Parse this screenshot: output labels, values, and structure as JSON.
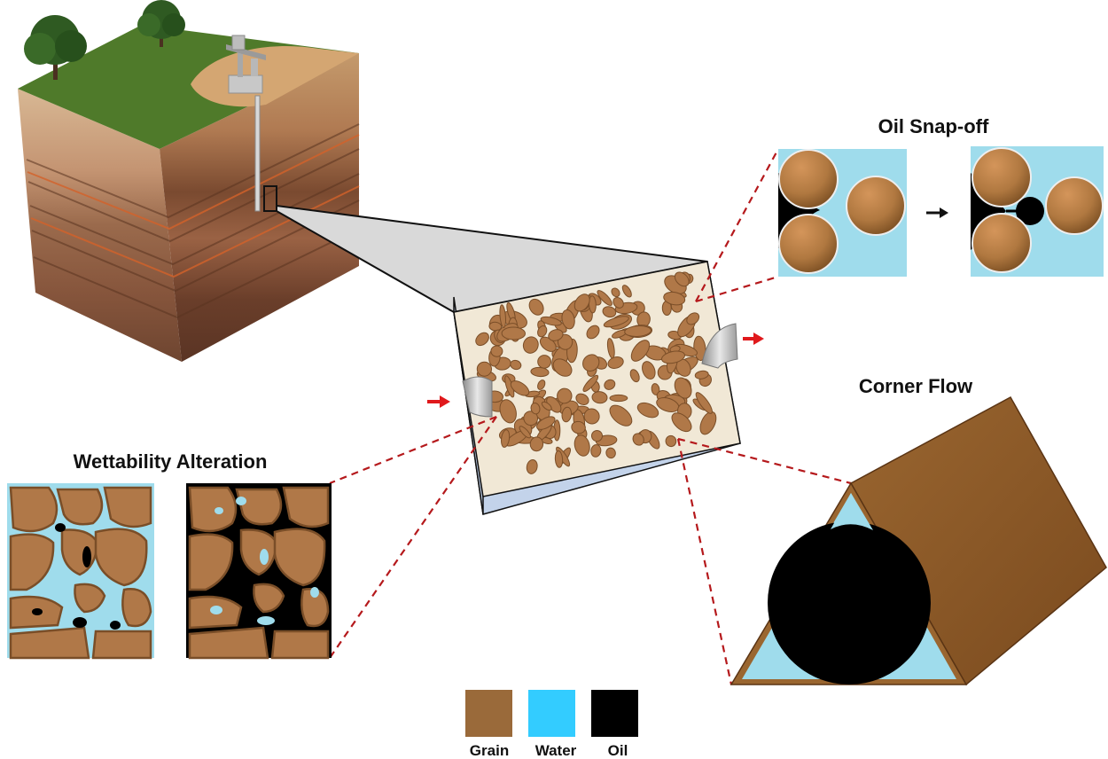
{
  "titles": {
    "snapoff": "Oil Snap-off",
    "corner": "Corner Flow",
    "wettability": "Wettability Alteration"
  },
  "legend": [
    {
      "label": "Grain",
      "color": "#9a6a3a"
    },
    {
      "label": "Water",
      "color": "#33ccff"
    },
    {
      "label": "Oil",
      "color": "#000000"
    }
  ],
  "colors": {
    "grain": "#b07848",
    "grain_dark": "#7a4e28",
    "water": "#9fdcec",
    "water_bright": "#33ccff",
    "oil": "#000000",
    "sand": "#f1e8d6",
    "grass": "#4f7a2a",
    "earth": "#8a5a3a",
    "zoom_line": "#b5191c",
    "flow_arrow": "#e0191c"
  },
  "icons": {
    "well": "oil-pumpjack-icon",
    "tree": "tree-icon",
    "pipe": "elbow-pipe-icon",
    "flow": "arrow-right-icon"
  }
}
